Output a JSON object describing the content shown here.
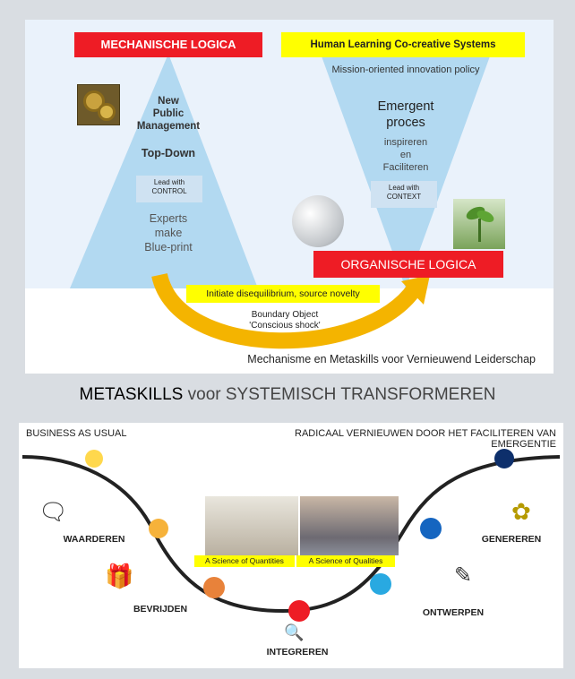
{
  "top_diagram": {
    "mechanische_label": "MECHANISCHE LOGICA",
    "human_label": "Human Learning Co-creative Systems",
    "mission": "Mission-oriented innovation policy",
    "left_title": "New\nPublic\nManagement",
    "top_down": "Top-Down",
    "lead_control": "Lead with\nCONTROL",
    "experts": "Experts\nmake\nBlue-print",
    "emergent": "Emergent\nproces",
    "inspireren": "inspireren\nen\nFaciliteren",
    "lead_context": "Lead with\nCONTEXT",
    "organische_label": "ORGANISCHE LOGICA",
    "initiate": "Initiate disequilibrium, source novelty",
    "boundary": "Boundary Object\n'Conscious shock'",
    "caption": "Mechanisme en Metaskills voor Vernieuwend Leiderschap",
    "colors": {
      "red": "#ee1c25",
      "yellow": "#ffff00",
      "blue_triangle": "#9fd0ee",
      "arrow": "#f4b400"
    }
  },
  "heading": {
    "bold_part": "METASKILLS",
    "rest": " voor SYSTEMISCH TRANSFORMEREN"
  },
  "wave_diagram": {
    "left_caption": "BUSINESS AS USUAL",
    "right_caption": "RADICAAL VERNIEUWEN DOOR HET FACILITEREN VAN EMERGENTIE",
    "quantities": "A Science of Quantities",
    "qualities": "A Science of Qualities",
    "skills": {
      "waarderen": "WAARDEREN",
      "bevrijden": "BEVRIJDEN",
      "integreren": "INTEGREREN",
      "ontwerpen": "ONTWERPEN",
      "genereren": "GENEREREN"
    },
    "dot_colors": [
      "#ffd84d",
      "#f6b23a",
      "#e8823a",
      "#ee1c25",
      "#29a9e1",
      "#1565c0",
      "#0d2f6b"
    ]
  }
}
